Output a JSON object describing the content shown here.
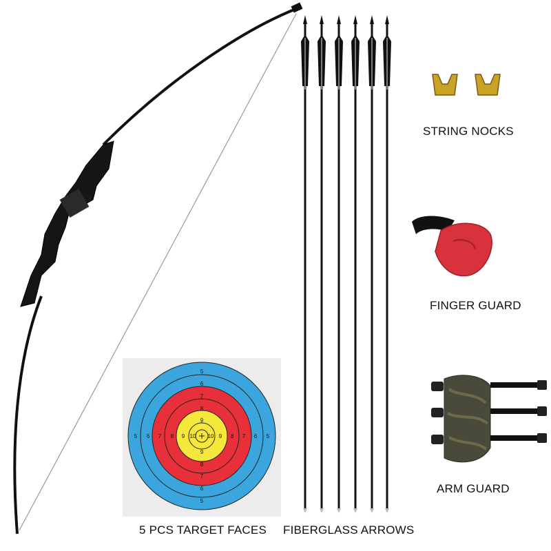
{
  "labels": {
    "string_nocks": "STRING NOCKS",
    "finger_guard": "FINGER GUARD",
    "arm_guard": "ARM GUARD",
    "target_faces": "5 PCS TARGET FACES",
    "fiberglass_arrows": "FIBERGLASS ARROWS"
  },
  "target": {
    "ring_numbers": {
      "5": "5",
      "6": "6",
      "7": "7",
      "8": "8",
      "9": "9",
      "10": "10"
    },
    "colors": {
      "blue": "#3aa6dd",
      "red": "#e8303a",
      "yellow": "#f5e83a",
      "line": "#222222"
    }
  },
  "colors": {
    "bow": "#111111",
    "arrow_shaft": "#111111",
    "finger_guard": "#d8323c",
    "nock": "#c9a227"
  }
}
